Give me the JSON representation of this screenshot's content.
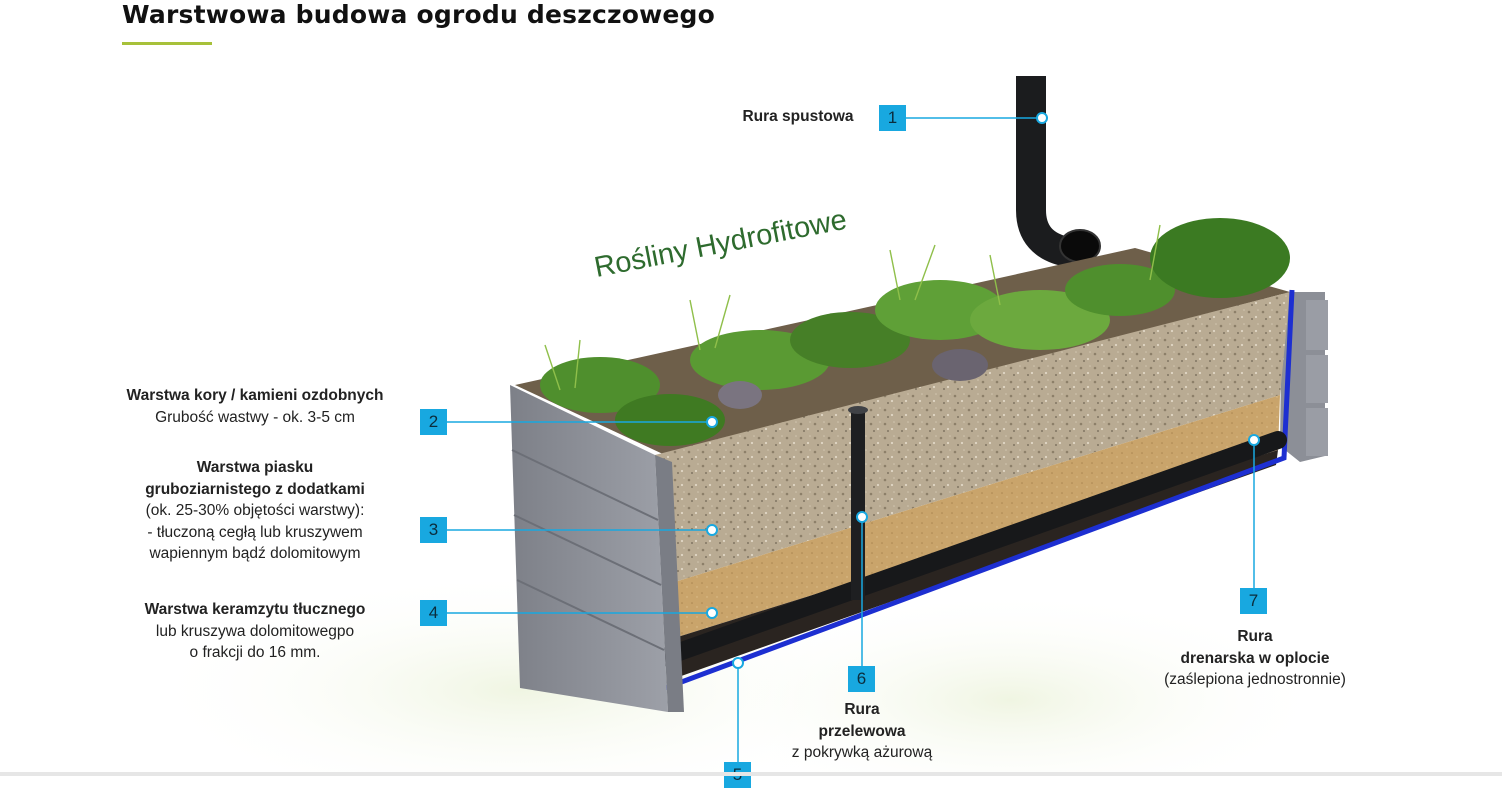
{
  "title": "Warstwowa budowa ogrodu deszczowego",
  "plants_label": "Rośliny Hydrofitowe",
  "colors": {
    "accent": "#a7c13a",
    "badge": "#18a8e0",
    "liner": "#1d2fd1",
    "plants_text": "#2e6b2e"
  },
  "callouts": [
    {
      "number": "1",
      "title": "Rura spustowa",
      "lines": []
    },
    {
      "number": "2",
      "title": "Warstwa kory / kamieni ozdobnych",
      "lines": [
        "Grubość wastwy - ok. 3-5 cm"
      ]
    },
    {
      "number": "3",
      "title_lines": [
        "Warstwa piasku",
        "gruboziarnistego z dodatkami"
      ],
      "lines": [
        "(ok. 25-30% objętości warstwy):",
        "- tłuczoną cegłą lub kruszywem",
        "wapiennym bądź dolomitowym"
      ]
    },
    {
      "number": "4",
      "title": "Warstwa keramzytu tłucznego",
      "lines": [
        "lub kruszywa dolomitowegpo",
        "o frakcji do 16 mm."
      ]
    },
    {
      "number": "5"
    },
    {
      "number": "6",
      "title_lines": [
        "Rura",
        "przelewowa"
      ],
      "lines": [
        "z pokrywką ażurową"
      ]
    },
    {
      "number": "7",
      "title_lines": [
        "Rura",
        "drenarska w oplocie"
      ],
      "lines": [
        "(zaślepiona jednostronnie)"
      ]
    }
  ]
}
